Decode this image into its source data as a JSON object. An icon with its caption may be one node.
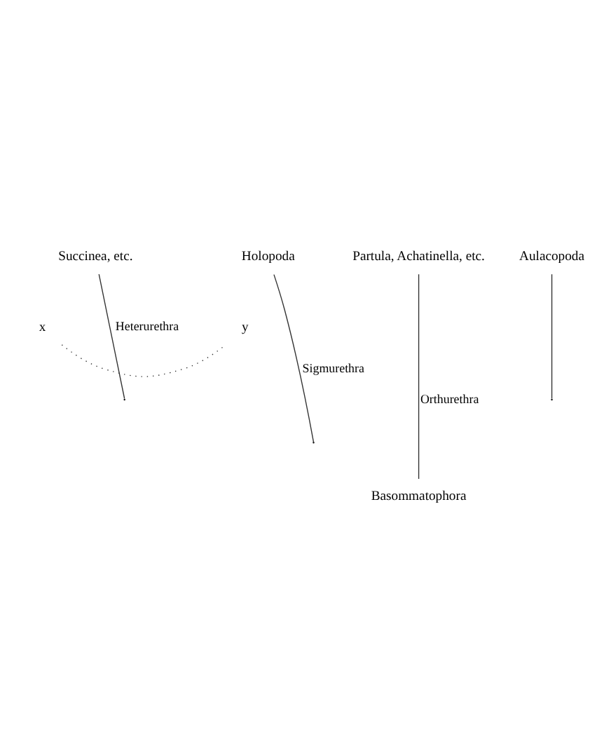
{
  "diagram": {
    "nodes": [
      {
        "text": [
          "Succinea, etc."
        ]
      },
      {
        "text": [
          "Partula, Achatinella, etc."
        ]
      },
      {
        "text": [
          "Aulacopoda"
        ]
      },
      {
        "text": [
          "Holopoda"
        ]
      },
      {
        "text": [
          "x"
        ]
      },
      {
        "text": [
          "y"
        ]
      },
      {
        "text": [
          "Basommatophora"
        ]
      }
    ],
    "edges": [
      {
        "from": null,
        "to": 0,
        "arrow": "none",
        "label": "Heterurethra"
      },
      {
        "from": 6,
        "to": 1,
        "arrow": "none",
        "label": "Orthurethra"
      },
      {
        "from": null,
        "to": 2,
        "arrow": "none"
      },
      {
        "from": null,
        "to": 3,
        "arrow": "none",
        "label": "Sigmurethra"
      },
      {
        "from": 4,
        "to": 5,
        "arrow": "none",
        "style": "dashed"
      }
    ]
  }
}
